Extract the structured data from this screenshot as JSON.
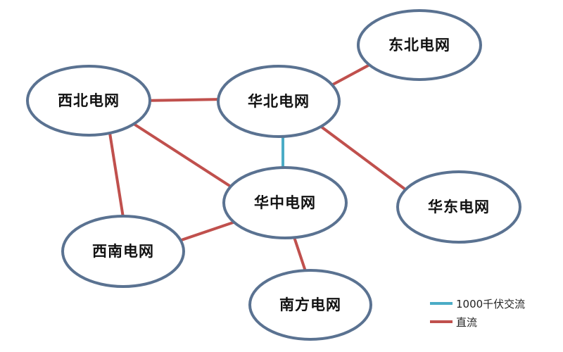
{
  "colors": {
    "ac": "#4bacc6",
    "dc": "#c0504d",
    "node_stroke": "#5a7291"
  },
  "nodes": {
    "northwest": {
      "label": "西北电网"
    },
    "north": {
      "label": "华北电网"
    },
    "northeast": {
      "label": "东北电网"
    },
    "central": {
      "label": "华中电网"
    },
    "east": {
      "label": "华东电网"
    },
    "southwest": {
      "label": "西南电网"
    },
    "south": {
      "label": "南方电网"
    }
  },
  "edges": [
    {
      "from": "northwest",
      "to": "north",
      "type": "dc"
    },
    {
      "from": "north",
      "to": "northeast",
      "type": "dc"
    },
    {
      "from": "north",
      "to": "central",
      "type": "ac"
    },
    {
      "from": "north",
      "to": "east",
      "type": "dc"
    },
    {
      "from": "northwest",
      "to": "central",
      "type": "dc"
    },
    {
      "from": "northwest",
      "to": "southwest",
      "type": "dc"
    },
    {
      "from": "central",
      "to": "southwest",
      "type": "dc"
    },
    {
      "from": "central",
      "to": "south",
      "type": "dc"
    }
  ],
  "legend": {
    "ac_label": "1000千伏交流",
    "dc_label": "直流"
  }
}
